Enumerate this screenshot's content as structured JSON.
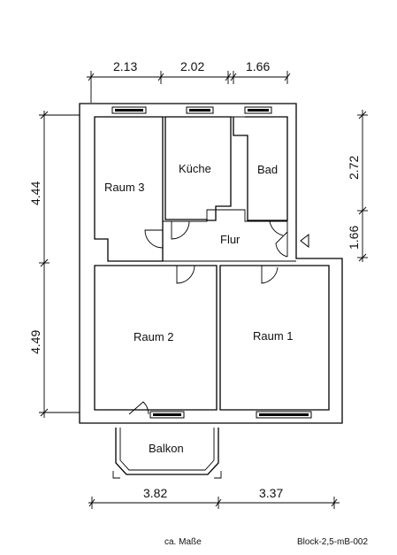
{
  "rooms": {
    "raum3": "Raum  3",
    "kueche": "Küche",
    "bad": "Bad",
    "flur": "Flur",
    "raum2": "Raum  2",
    "raum1": "Raum  1",
    "balkon": "Balkon"
  },
  "dimensions": {
    "top": [
      "2.13",
      "2.02",
      "1.66"
    ],
    "left": [
      "4.44",
      "4.49"
    ],
    "right": [
      "2.72",
      "1.66"
    ],
    "bottom": [
      "3.82",
      "3.37"
    ]
  },
  "footer": {
    "note": "ca. Maße",
    "code": "Block-2,5-mB-002"
  }
}
